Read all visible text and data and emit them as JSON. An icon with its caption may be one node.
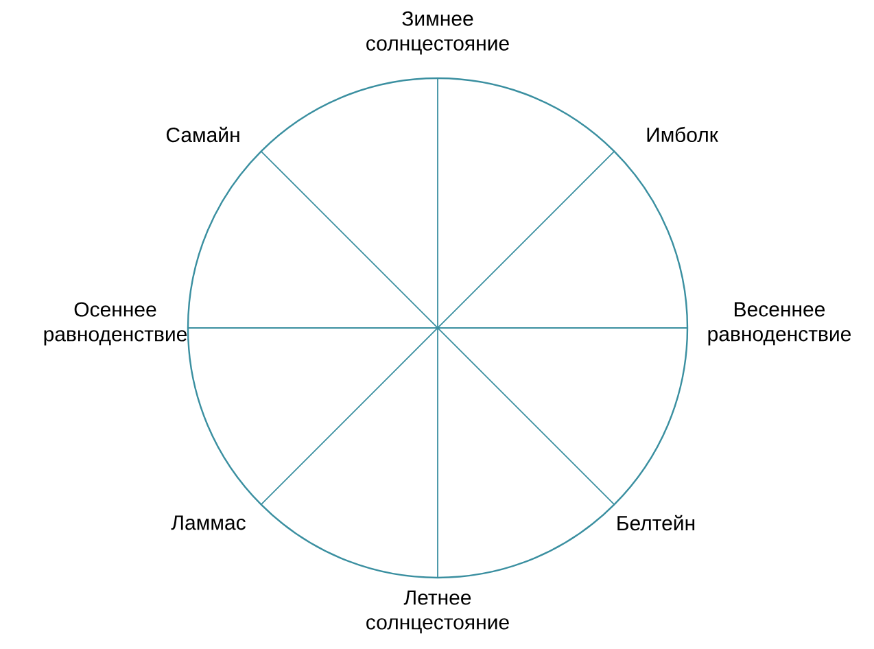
{
  "diagram": {
    "labels": [
      "Зимнее солнцестояние",
      "Имболк",
      "Весеннее равноденствие",
      "Белтейн",
      "Летнее солнцестояние",
      "Ламмас",
      "Осеннее равноденствие",
      "Самайн"
    ]
  }
}
